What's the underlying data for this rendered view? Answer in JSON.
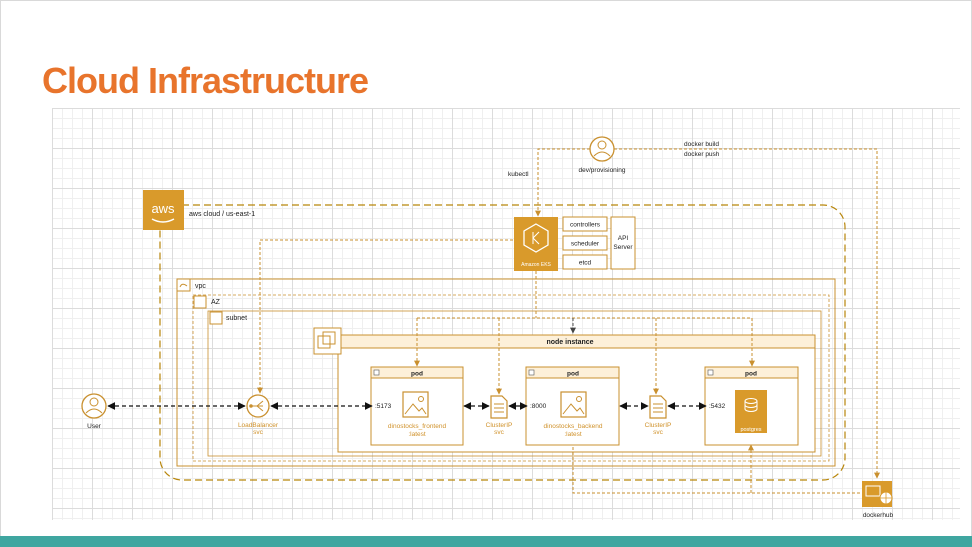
{
  "title": "Cloud Infrastructure",
  "colors": {
    "accent": "#e8742c",
    "bar": "#3fa6a0",
    "aws": "#d99a2b",
    "stroke": "#c9902f"
  },
  "labels": {
    "aws": "aws",
    "aws_cloud": "aws cloud / us-east-1",
    "vpc": "vpc",
    "az": "AZ",
    "subnet": "subnet",
    "node_instance": "node instance",
    "eks": "Amazon EKS",
    "controllers": "controllers",
    "scheduler": "scheduler",
    "etcd": "etcd",
    "api_server_1": "API",
    "api_server_2": "Server",
    "dev": "dev/provisioning",
    "kubectl": "kubectl",
    "docker_build": "docker build",
    "docker_push": "docker push",
    "user": "User",
    "lb_1": "LoadBalancer",
    "lb_2": "svc",
    "pod1_title": "pod",
    "pod2_title": "pod",
    "pod3_title": "pod",
    "port_frontend": ":5173",
    "port_backend": ":8000",
    "port_db": ":5432",
    "frontend_1": "dinostocks_frontend",
    "frontend_2": ":latest",
    "backend_1": "dinostocks_backend",
    "backend_2": ":latest",
    "postgres": "postgres",
    "clusterip1_1": "ClusterIP",
    "clusterip1_2": "svc",
    "clusterip2_1": "ClusterIP",
    "clusterip2_2": "svc",
    "dockerhub": "dockerhub"
  },
  "icons": [
    "aws-logo-icon",
    "user-icon",
    "vpc-icon",
    "az-icon",
    "subnet-icon",
    "node-instance-icon",
    "eks-icon",
    "load-balancer-icon",
    "image-icon",
    "document-icon",
    "database-icon",
    "dockerhub-icon"
  ]
}
